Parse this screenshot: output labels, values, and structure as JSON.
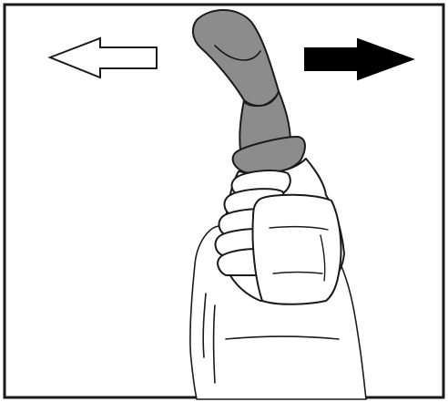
{
  "illustration": {
    "subject": "joystick-lever-grip",
    "colors": {
      "background": "#ffffff",
      "frame": "#1a1a1a",
      "outline": "#1a1a1a",
      "lever": "#8c8c8c",
      "lever_dark": "#6f6f6f",
      "arrow_left_fill": "#ffffff",
      "arrow_right_fill": "#000000",
      "hand": "#ffffff"
    },
    "arrows": [
      {
        "direction": "left",
        "style": "outlined"
      },
      {
        "direction": "right",
        "style": "filled"
      }
    ]
  }
}
